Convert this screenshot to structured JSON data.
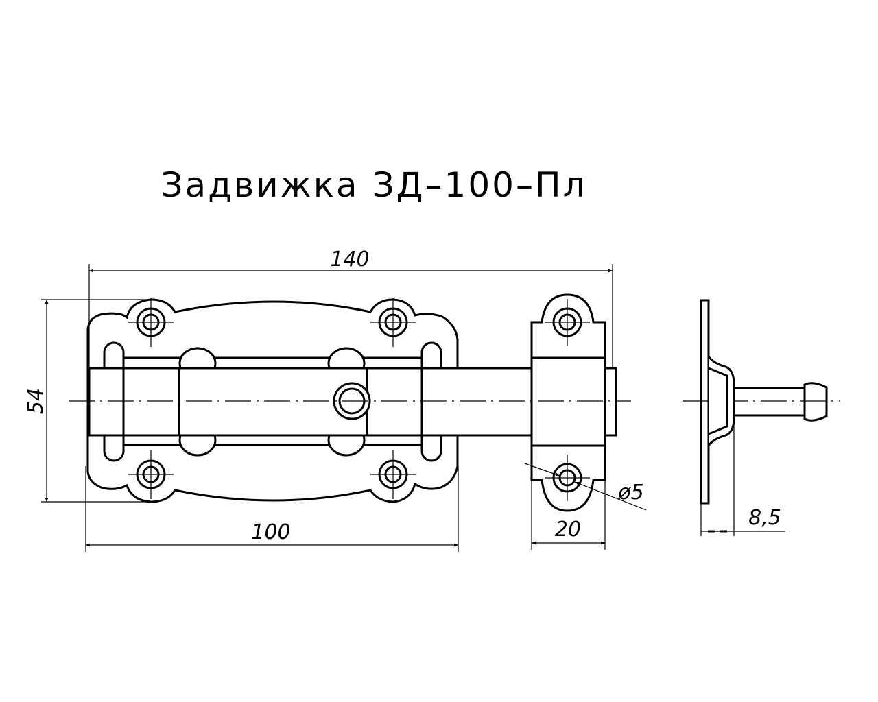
{
  "title": "Задвижка  ЗД–100–Пл",
  "dimensions": {
    "overall_length": "140",
    "height": "54",
    "plate_length": "100",
    "bracket_width": "20",
    "hole_diameter": "ø5",
    "side_offset": "8,5"
  }
}
